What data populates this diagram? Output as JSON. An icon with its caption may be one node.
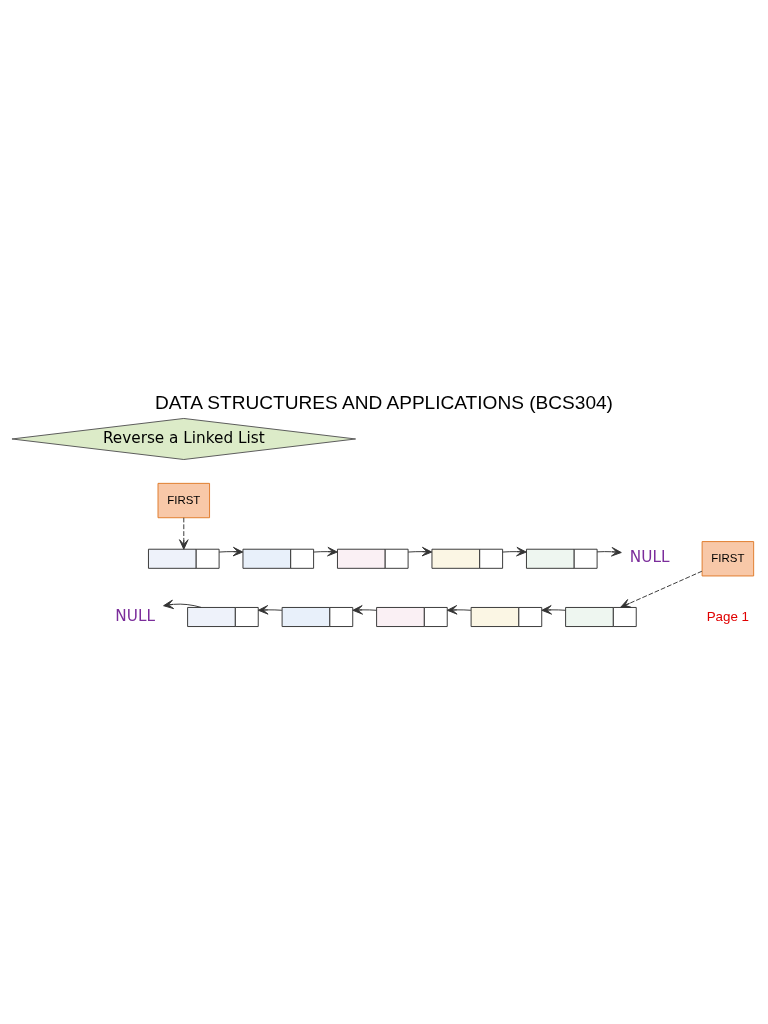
{
  "diagram": {
    "title": "DATA STRUCTURES AND APPLICATIONS (BCS304)",
    "nodes": [
      {
        "text": [
          "Reverse a Linked List"
        ]
      },
      {
        "text": [
          "FIRST"
        ]
      },
      {
        "text": [],
        "shape": "box"
      },
      {
        "text": [],
        "shape": "box"
      },
      {
        "text": [],
        "shape": "box"
      },
      {
        "text": [],
        "shape": "box"
      },
      {
        "text": [],
        "shape": "box"
      },
      {
        "text": [
          "NULL"
        ]
      },
      {
        "text": [
          "NULL"
        ]
      },
      {
        "text": [],
        "shape": "box"
      },
      {
        "text": [],
        "shape": "box"
      },
      {
        "text": [],
        "shape": "box"
      },
      {
        "text": [],
        "shape": "box"
      },
      {
        "text": [],
        "shape": "box"
      },
      {
        "text": [
          "FIRST"
        ]
      }
    ],
    "edges": [
      {
        "from": 1,
        "to": 2,
        "arrow": "to",
        "style": "dashed"
      },
      {
        "from": 2,
        "to": 3,
        "arrow": "to"
      },
      {
        "from": 3,
        "to": 4,
        "arrow": "to"
      },
      {
        "from": 4,
        "to": 5,
        "arrow": "to"
      },
      {
        "from": 5,
        "to": 6,
        "arrow": "to"
      },
      {
        "from": 6,
        "to": 7,
        "arrow": "to"
      },
      {
        "from": 13,
        "to": 12,
        "arrow": "to"
      },
      {
        "from": 12,
        "to": 11,
        "arrow": "to"
      },
      {
        "from": 11,
        "to": 10,
        "arrow": "to"
      },
      {
        "from": 10,
        "to": 9,
        "arrow": "to"
      },
      {
        "from": 9,
        "to": 8,
        "arrow": "to"
      },
      {
        "from": 14,
        "to": 13,
        "arrow": "to",
        "style": "dashed"
      }
    ],
    "labels": [
      "Page 1"
    ]
  }
}
